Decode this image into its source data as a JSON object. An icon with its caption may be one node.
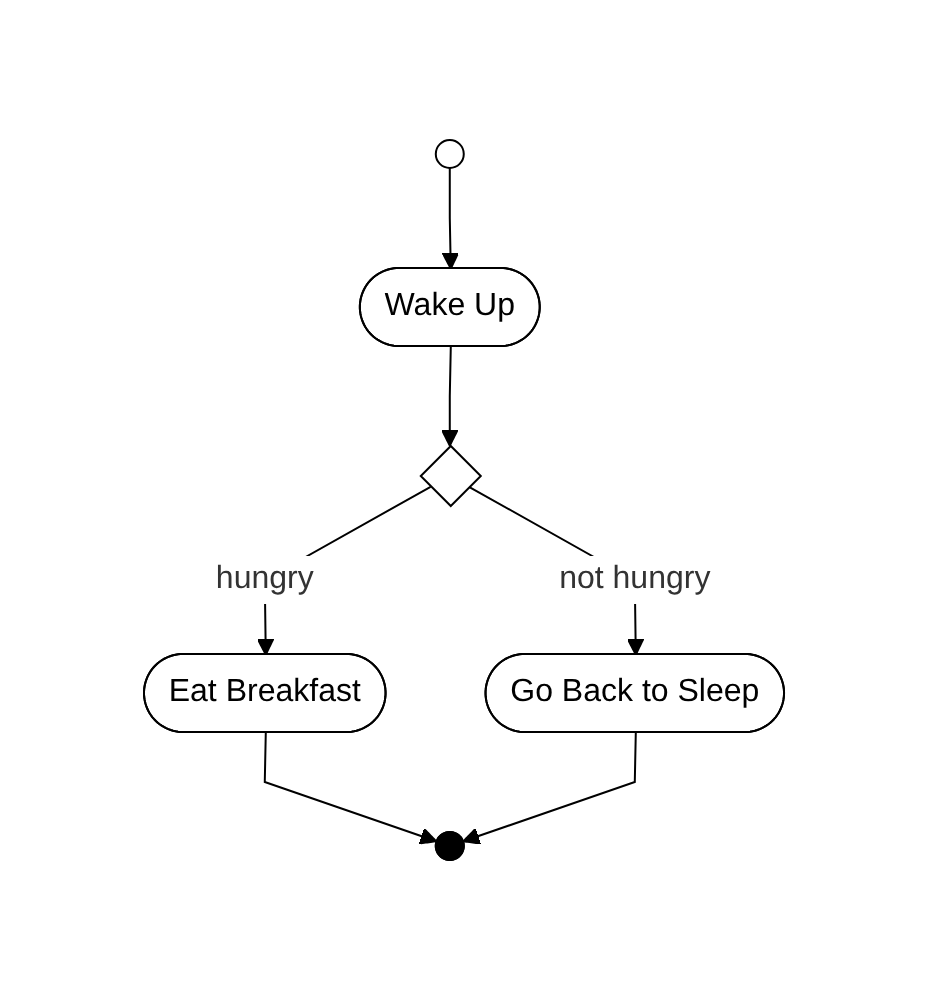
{
  "diagram": {
    "nodes": [
      {
        "text": [],
        "shape": "circle"
      },
      {
        "text": [
          "Wake Up"
        ]
      },
      {
        "text": [],
        "shape": "diamond"
      },
      {
        "text": [
          "Eat Breakfast"
        ]
      },
      {
        "text": [
          "Go Back to Sleep"
        ]
      },
      {
        "text": [],
        "shape": "circle"
      }
    ],
    "edges": [
      {
        "from": 0,
        "to": 1,
        "arrow": "to"
      },
      {
        "from": 1,
        "to": 2,
        "arrow": "to"
      },
      {
        "from": 2,
        "to": 3,
        "arrow": "to",
        "label": "hungry"
      },
      {
        "from": 2,
        "to": 4,
        "arrow": "to",
        "label": "not hungry"
      },
      {
        "from": 3,
        "to": 5,
        "arrow": "to"
      },
      {
        "from": 4,
        "to": 5,
        "arrow": "to"
      }
    ]
  }
}
